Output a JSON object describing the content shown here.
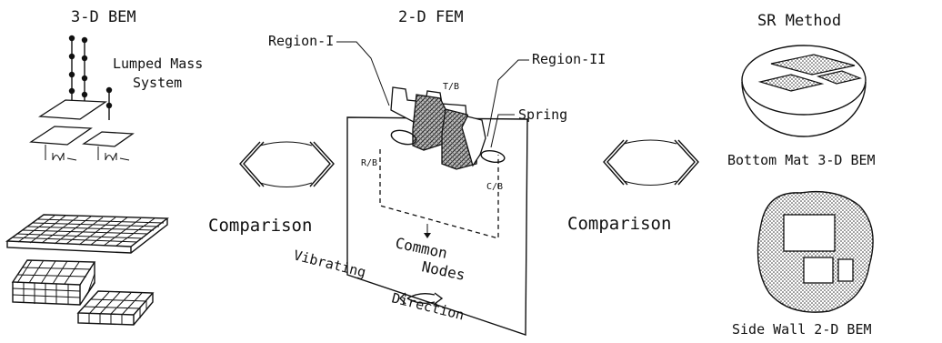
{
  "left_panel": {
    "title": "3-D BEM",
    "model_label_line1": "Lumped Mass",
    "model_label_line2": "System"
  },
  "center_panel": {
    "title": "2-D FEM",
    "region1_label": "Region-I",
    "region2_label": "Region-II",
    "spring_label": "Spring",
    "tb_label": "T/B",
    "rb_label": "R/B",
    "cb_label": "C/B",
    "common_nodes_line1": "Common",
    "common_nodes_line2": "Nodes",
    "vibrating_direction_line1": "Vibrating",
    "vibrating_direction_line2": "Direction"
  },
  "right_panel": {
    "title": "SR Method",
    "bottom_caption": "Bottom Mat 3-D BEM",
    "side_caption": "Side Wall 2-D BEM"
  },
  "comparison_left": "Comparison",
  "comparison_right": "Comparison"
}
